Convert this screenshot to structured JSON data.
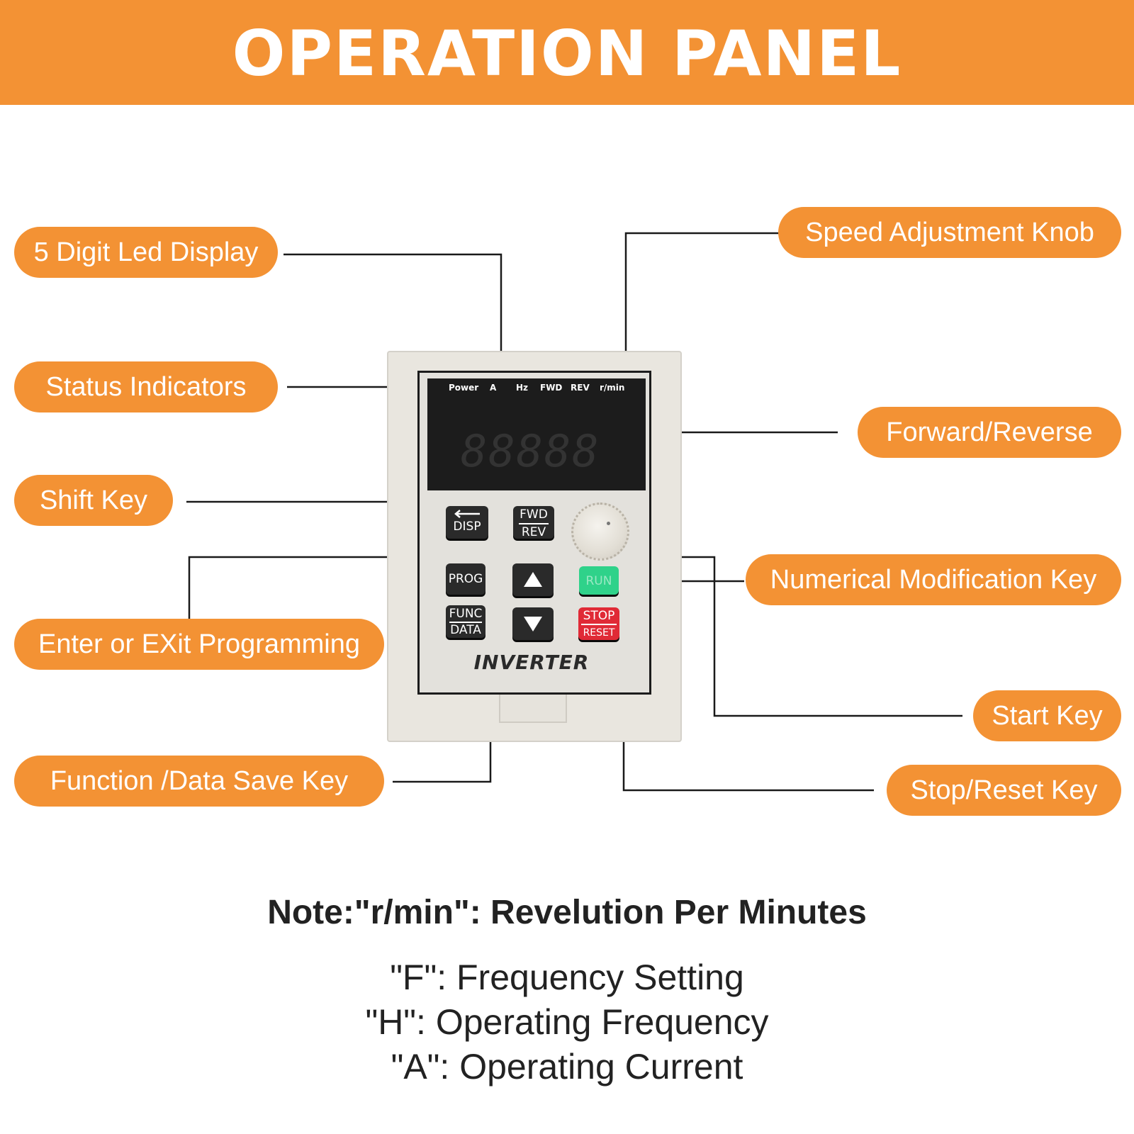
{
  "header": {
    "title": "OPERATION PANEL"
  },
  "callouts": {
    "digit_display": "5 Digit Led Display",
    "status_indicators": "Status Indicators",
    "shift_key": "Shift Key",
    "enter_exit": "Enter or EXit Programming",
    "func_data": "Function /Data Save Key",
    "speed_knob": "Speed Adjustment Knob",
    "fwd_rev": "Forward/Reverse",
    "num_mod": "Numerical Modification Key",
    "start_key": "Start Key",
    "stop_reset": "Stop/Reset Key"
  },
  "device": {
    "indicators": [
      "Power",
      "A",
      "Hz",
      "FWD",
      "REV",
      "r/min"
    ],
    "display_value": "88888",
    "keys": {
      "disp": "DISP",
      "fwd": "FWD",
      "rev": "REV",
      "prog": "PROG",
      "func": "FUNC",
      "data": "DATA",
      "run": "RUN",
      "stop": "STOP",
      "reset": "RESET"
    },
    "brand": "INVERTER"
  },
  "notes": {
    "heading": "Note:\"r/min\": Revelution Per Minutes",
    "lines": [
      "\"F\": Frequency Setting",
      "\"H\": Operating Frequency",
      "\"A\": Operating Current"
    ]
  },
  "colors": {
    "accent": "#f39234",
    "run": "#2fd28a",
    "stop": "#e02a36"
  }
}
